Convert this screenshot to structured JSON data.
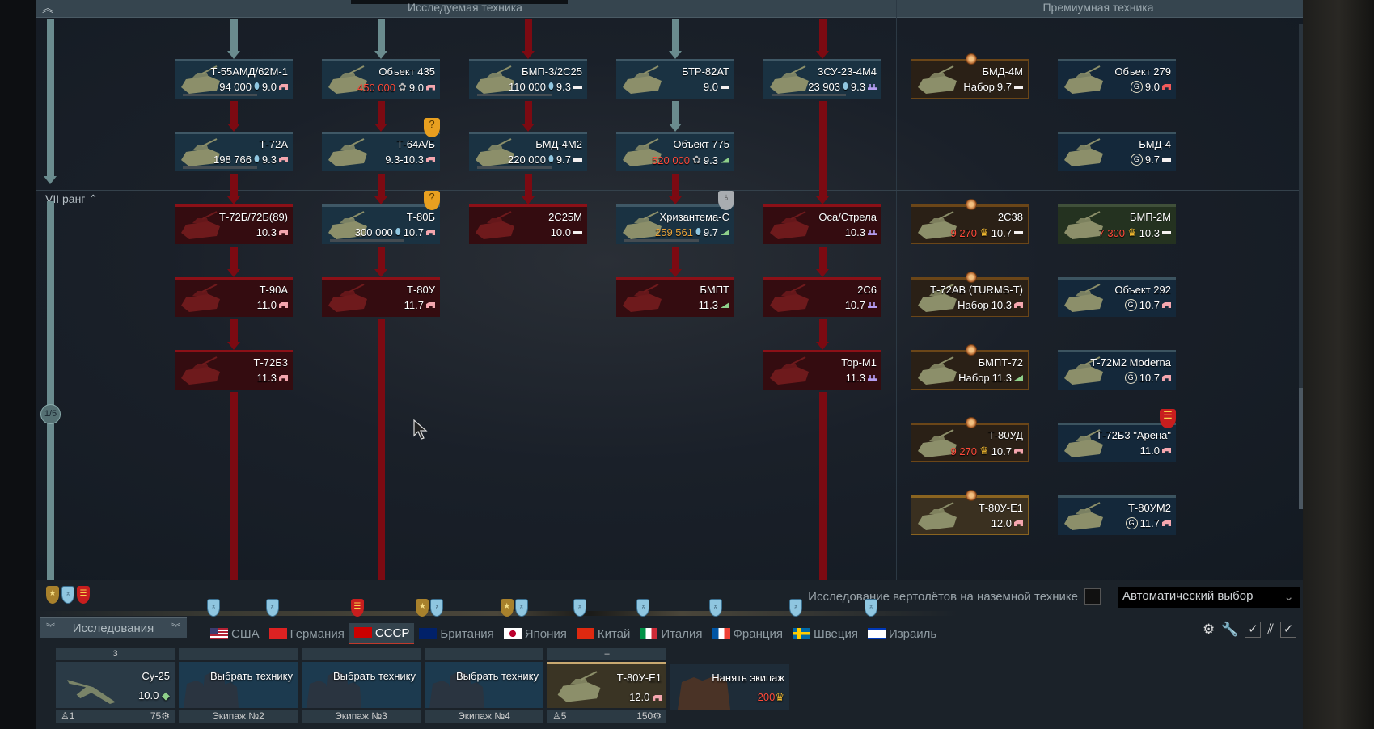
{
  "header": {
    "tree_title": "Исследуемая техника",
    "premium_title": "Премиумная техника",
    "rank_label": "VII ранг",
    "rank_progress": "1/5"
  },
  "tree": {
    "rows": [
      [
        {
          "name": "Т-55АМД/62М-1",
          "cost": "94 000",
          "cost_type": "rp",
          "br": "9.0",
          "cls": "mbt",
          "state": "avail",
          "folder": true
        },
        {
          "name": "Объект 435",
          "cost": "450 000",
          "cost_type": "silver",
          "cost_color": "red",
          "br": "9.0",
          "cls": "mbt",
          "state": "avail"
        },
        {
          "name": "БМП-3/2С25",
          "cost": "110 000",
          "cost_type": "rp",
          "br": "9.3",
          "cls": "light",
          "state": "avail",
          "folder": true
        },
        {
          "name": "БТР-82АТ",
          "cost": "",
          "br": "9.0",
          "cls": "light",
          "state": "owned"
        },
        {
          "name": "ЗСУ-23-4М4",
          "cost": "23 903",
          "cost_type": "rp",
          "br": "9.3",
          "cls": "spaa",
          "state": "avail"
        }
      ],
      [
        {
          "name": "Т-72А",
          "cost": "198 766",
          "cost_type": "rp",
          "br": "9.3",
          "cls": "mbt",
          "state": "avail"
        },
        {
          "name": "Т-64А/Б",
          "cost": "",
          "br": "9.3-10.3",
          "cls": "mbt",
          "state": "avail",
          "folder": true,
          "badge": "unknown"
        },
        {
          "name": "БМД-4М2",
          "cost": "220 000",
          "cost_type": "rp",
          "br": "9.7",
          "cls": "light",
          "state": "avail"
        },
        {
          "name": "Объект 775",
          "cost": "520 000",
          "cost_type": "silver",
          "cost_color": "red",
          "br": "9.3",
          "cls": "td",
          "state": "avail"
        },
        null
      ],
      [
        {
          "name": "Т-72Б/72Б(89)",
          "cost": "",
          "br": "10.3",
          "cls": "mbt",
          "state": "locked",
          "folder": true
        },
        {
          "name": "Т-80Б",
          "cost": "300 000",
          "cost_type": "rp",
          "br": "10.7",
          "cls": "mbt",
          "state": "avail",
          "badge": "unknown"
        },
        {
          "name": "2С25М",
          "cost": "",
          "br": "10.0",
          "cls": "light",
          "state": "locked"
        },
        {
          "name": "Хризантема-С",
          "cost": "259 561",
          "cost_type": "rp",
          "cost_color": "orange",
          "br": "9.7",
          "cls": "td",
          "state": "avail",
          "badge": "rp-grey"
        },
        {
          "name": "Оса/Стрела",
          "cost": "",
          "br": "10.3",
          "cls": "spaa",
          "state": "locked",
          "folder": true
        }
      ],
      [
        {
          "name": "Т-90А",
          "cost": "",
          "br": "11.0",
          "cls": "mbt",
          "state": "locked"
        },
        {
          "name": "Т-80У",
          "cost": "",
          "br": "11.7",
          "cls": "mbt",
          "state": "locked"
        },
        null,
        {
          "name": "БМПТ",
          "cost": "",
          "br": "11.3",
          "cls": "td",
          "state": "locked"
        },
        {
          "name": "2С6",
          "cost": "",
          "br": "10.7",
          "cls": "spaa",
          "state": "locked"
        }
      ],
      [
        {
          "name": "Т-72Б3",
          "cost": "",
          "br": "11.3",
          "cls": "mbt",
          "state": "locked"
        },
        null,
        null,
        null,
        {
          "name": "Тор-М1",
          "cost": "",
          "br": "11.3",
          "cls": "spaa",
          "state": "locked"
        }
      ]
    ]
  },
  "premium": {
    "rows": [
      [
        {
          "name": "БМД-4М",
          "cost": "Набор",
          "cost_type": "none",
          "br": "9.7",
          "cls": "light",
          "state": "prem",
          "medal": true
        },
        {
          "name": "Объект 279",
          "cost": "",
          "cost_type": "ge",
          "br": "9.0",
          "cls": "heavy",
          "state": "ge"
        }
      ],
      [
        null,
        {
          "name": "БМД-4",
          "cost": "",
          "cost_type": "ge",
          "br": "9.7",
          "cls": "light",
          "state": "ge"
        }
      ],
      [
        {
          "name": "2С38",
          "cost": "9 270",
          "cost_type": "gold",
          "cost_color": "red",
          "br": "10.7",
          "cls": "light",
          "state": "prem",
          "medal": true
        },
        {
          "name": "БМП-2М",
          "cost": "7 300",
          "cost_type": "gold",
          "cost_color": "red",
          "br": "10.3",
          "cls": "light",
          "state": "squad"
        }
      ],
      [
        {
          "name": "Т-72АВ (TURMS-T)",
          "cost": "Набор",
          "cost_type": "none",
          "br": "10.3",
          "cls": "mbt",
          "state": "prem",
          "medal": true
        },
        {
          "name": "Объект 292",
          "cost": "",
          "cost_type": "ge",
          "br": "10.7",
          "cls": "mbt",
          "state": "ge"
        }
      ],
      [
        {
          "name": "БМПТ-72",
          "cost": "Набор",
          "cost_type": "none",
          "br": "11.3",
          "cls": "td",
          "state": "prem",
          "medal": true
        },
        {
          "name": "Т-72М2 Moderna",
          "cost": "",
          "cost_type": "ge",
          "br": "10.7",
          "cls": "mbt",
          "state": "ge"
        }
      ],
      [
        {
          "name": "Т-80УД",
          "cost": "9 270",
          "cost_type": "gold",
          "cost_color": "red",
          "br": "10.7",
          "cls": "mbt",
          "state": "prem",
          "medal": true
        },
        {
          "name": "Т-72Б3 \"Арена\"",
          "cost": "",
          "cost_type": "none",
          "br": "11.0",
          "cls": "mbt",
          "state": "ge",
          "badge": "event"
        }
      ],
      [
        {
          "name": "Т-80У-Е1",
          "cost": "",
          "cost_type": "none",
          "br": "12.0",
          "cls": "mbt",
          "state": "prem_hl",
          "medal": true
        },
        {
          "name": "Т-80УМ2",
          "cost": "",
          "cost_type": "ge",
          "br": "11.7",
          "cls": "mbt",
          "state": "ge"
        }
      ]
    ]
  },
  "bottom": {
    "heli_label": "Исследование вертолётов на наземной технике",
    "heli_checked": false,
    "dropdown_value": "Автоматический выбор",
    "research_button": "Исследования",
    "nations": [
      {
        "label": "США",
        "badges": [
          "rp"
        ]
      },
      {
        "label": "Германия",
        "badges": [
          "rp"
        ]
      },
      {
        "label": "СССР",
        "badges": [
          "red"
        ],
        "active": true
      },
      {
        "label": "Британия",
        "badges": [
          "gold",
          "rp"
        ]
      },
      {
        "label": "Япония",
        "badges": [
          "gold",
          "rp"
        ]
      },
      {
        "label": "Китай",
        "badges": [
          "rp"
        ]
      },
      {
        "label": "Италия",
        "badges": [
          "rp"
        ]
      },
      {
        "label": "Франция",
        "badges": [
          "rp"
        ]
      },
      {
        "label": "Швеция",
        "badges": [
          "rp"
        ]
      },
      {
        "label": "Израиль",
        "badges": [
          "rp"
        ]
      }
    ],
    "crew": [
      {
        "top": "3",
        "name": "Су-25",
        "br": "10.0",
        "bot_left": "1",
        "bot_right": "75"
      },
      {
        "top": "",
        "name": "Выбрать технику",
        "br": "",
        "bot_center": "Экипаж №2"
      },
      {
        "top": "",
        "name": "Выбрать технику",
        "br": "",
        "bot_center": "Экипаж №3"
      },
      {
        "top": "",
        "name": "Выбрать технику",
        "br": "",
        "bot_center": "Экипаж №4"
      },
      {
        "top": "–",
        "name": "Т-80У-Е1",
        "br": "12.0",
        "bot_left": "5",
        "bot_right": "150"
      },
      {
        "name": "Нанять экипаж",
        "price": "200"
      }
    ]
  },
  "colors": {
    "rp": "#8fc6e0",
    "red_cost": "#ff4a3a",
    "orange_cost": "#e8a33a",
    "mbt": "#f4a6ae",
    "light": "#f4f0f0",
    "spaa": "#b49cf0",
    "td": "#8fd08a",
    "heavy": "#f05a5a"
  }
}
